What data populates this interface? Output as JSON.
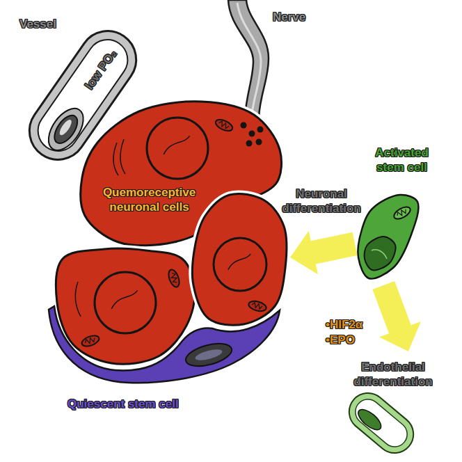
{
  "diagram": {
    "nodes": [
      {
        "text": [
          "Vessel",
          "low PO₂"
        ]
      },
      {
        "text": [
          "Nerve"
        ]
      },
      {
        "text": [
          "Activated stem cell"
        ]
      },
      {
        "text": [
          "Quemoreceptive neuronal cells"
        ]
      },
      {
        "text": [
          "Endothelial differentiation"
        ]
      },
      {
        "text": [
          "Quiescent stem cell"
        ]
      }
    ],
    "edges": [
      {
        "from": 2,
        "to": 3,
        "arrow": "to",
        "label": "Neuronal differentiation"
      },
      {
        "from": 2,
        "to": 4,
        "arrow": "to"
      }
    ],
    "labels": [
      "•HIF2α",
      "•EPO"
    ]
  }
}
